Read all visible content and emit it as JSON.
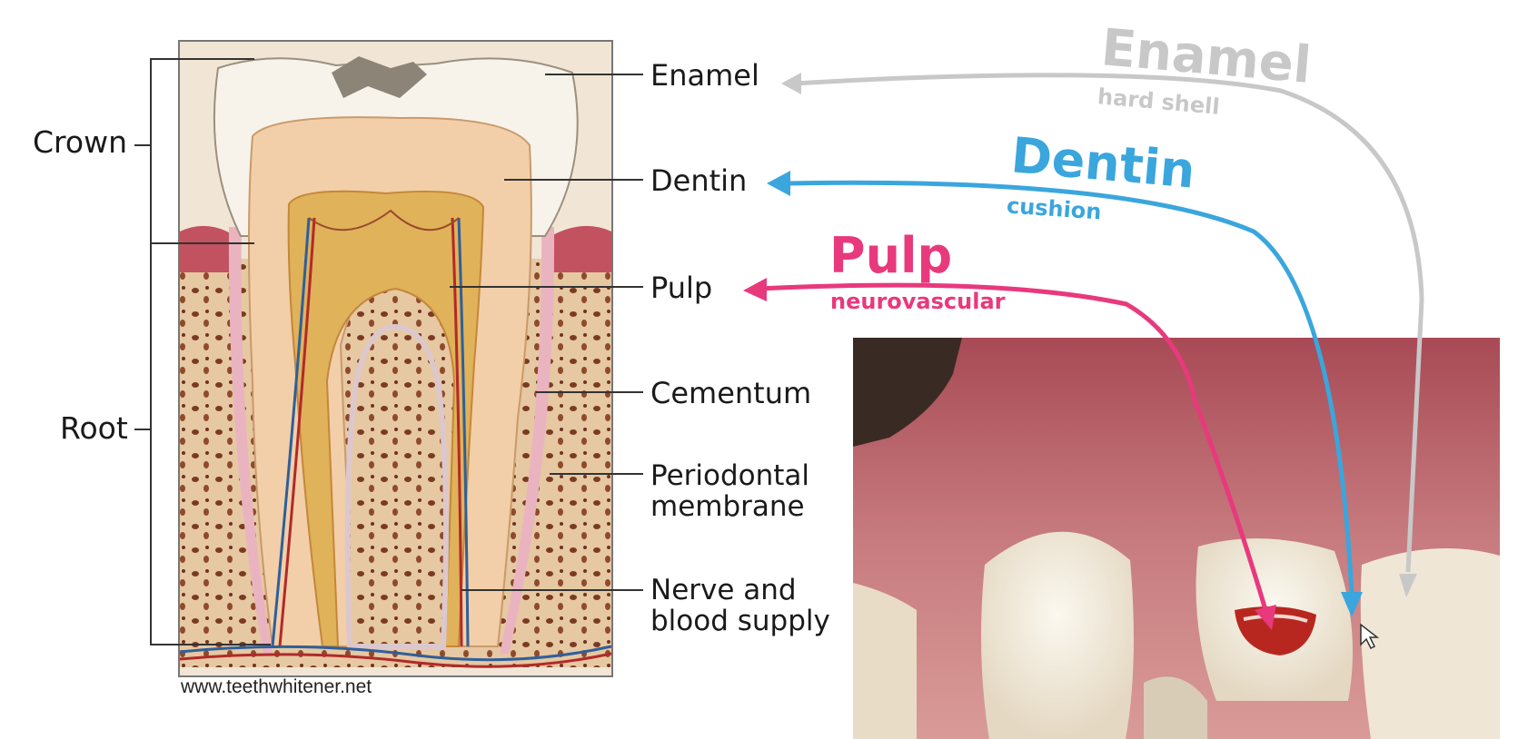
{
  "diagram": {
    "brackets": {
      "crown": "Crown",
      "root": "Root"
    },
    "labels": {
      "enamel": "Enamel",
      "dentin": "Dentin",
      "pulp": "Pulp",
      "cementum": "Cementum",
      "periodontal_line1": "Periodontal",
      "periodontal_line2": "membrane",
      "nerve_line1": "Nerve and",
      "nerve_line2": "blood supply"
    },
    "watermark": "www.teethwhitener.net"
  },
  "annotations": {
    "enamel": {
      "title": "Enamel",
      "subtitle": "hard shell",
      "color": "#c8c8c8"
    },
    "dentin": {
      "title": "Dentin",
      "subtitle": "cushion",
      "color": "#3aa6dd"
    },
    "pulp": {
      "title": "Pulp",
      "subtitle": "neurovascular",
      "color": "#e8397d"
    }
  }
}
